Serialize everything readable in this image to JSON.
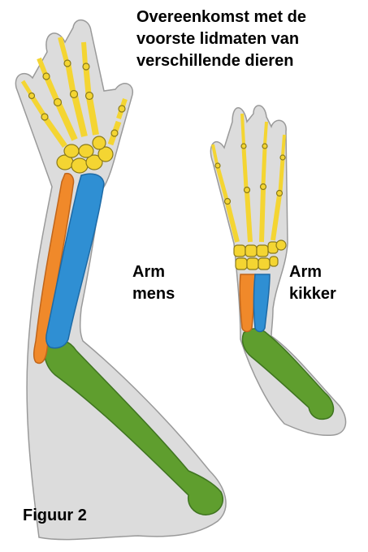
{
  "title": {
    "line1": "Overeenkomst met de",
    "line2": "voorste lidmaten van",
    "line3": "verschillende dieren"
  },
  "labels": {
    "human": {
      "line1": "Arm",
      "line2": "mens"
    },
    "frog": {
      "line1": "Arm",
      "line2": "kikker"
    }
  },
  "figure_label": "Figuur 2",
  "colors": {
    "skin": "#dcdcdc",
    "skin_outline": "#9a9a9a",
    "hand_bones": "#f4d532",
    "radius": "#f0892a",
    "ulna": "#2f8fd3",
    "humerus": "#5f9e2e"
  }
}
